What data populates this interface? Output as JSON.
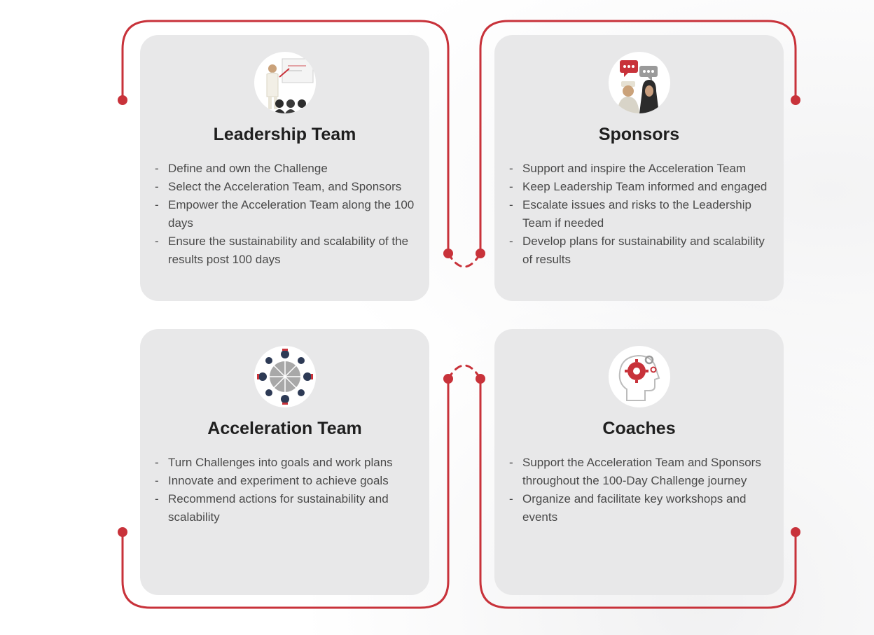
{
  "cards": [
    {
      "title": "Leadership Team",
      "icon": "presenter-icon",
      "points": [
        "Define and own the Challenge",
        "Select the Acceleration Team, and Sponsors",
        "Empower the Acceleration Team along the 100 days",
        "Ensure the sustainability and scalability of the results post 100 days"
      ]
    },
    {
      "title": "Sponsors",
      "icon": "speech-bubbles-people-icon",
      "points": [
        "Support and inspire the Acceleration Team",
        "Keep Leadership Team informed and engaged",
        "Escalate issues and risks to the Leadership Team if needed",
        "Develop plans for sustainability and scalability of results"
      ]
    },
    {
      "title": "Acceleration Team",
      "icon": "team-circle-icon",
      "points": [
        "Turn Challenges into goals and work plans",
        "Innovate and experiment to achieve goals",
        "Recommend actions for sustainability and scalability"
      ]
    },
    {
      "title": "Coaches",
      "icon": "head-gear-icon",
      "points": [
        "Support the Acceleration Team and Sponsors throughout the 100-Day Challenge journey",
        "Organize and facilitate key workshops and events"
      ]
    }
  ],
  "colors": {
    "accent": "#c8323a",
    "card": "#e8e8e9",
    "title": "#1f1f1f",
    "text": "#4a4a4a"
  }
}
